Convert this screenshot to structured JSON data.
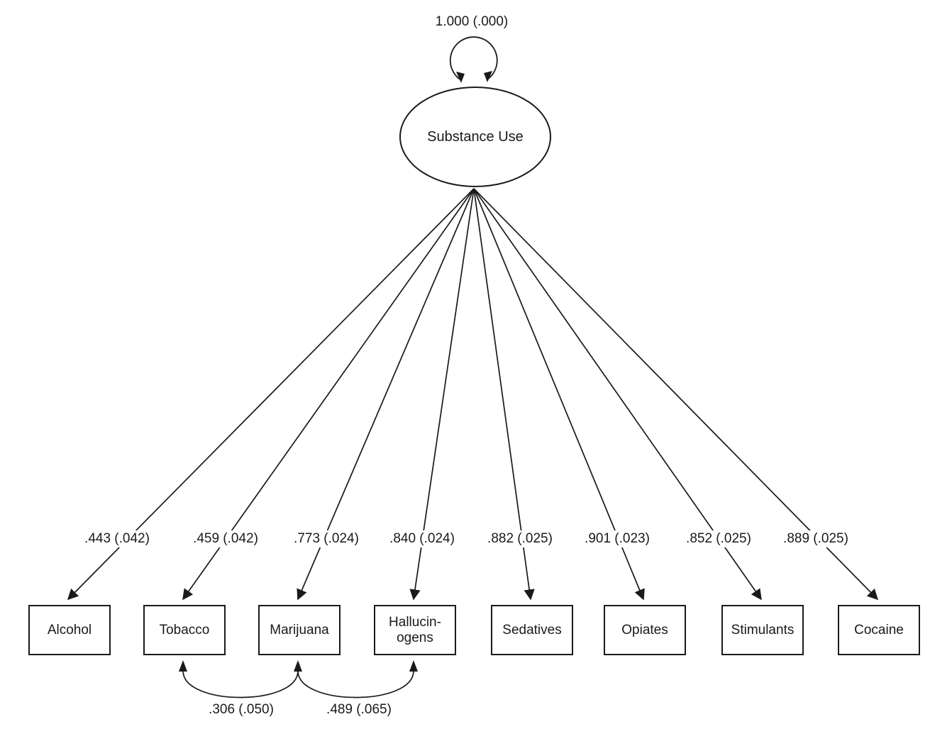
{
  "colors": {
    "line": "#1a1a1a",
    "background": "#ffffff"
  },
  "diagram": {
    "type": "sem-path-diagram",
    "latent": {
      "label": "Substance Use",
      "variance_label": "1.000 (.000)"
    },
    "indicators": [
      {
        "label": "Alcohol",
        "loading": ".443 (.042)"
      },
      {
        "label": "Tobacco",
        "loading": ".459 (.042)"
      },
      {
        "label": "Marijuana",
        "loading": ".773 (.024)"
      },
      {
        "label": "Hallucin-ogens",
        "loading": ".840 (.024)"
      },
      {
        "label": "Sedatives",
        "loading": ".882 (.025)"
      },
      {
        "label": "Opiates",
        "loading": ".901 (.023)"
      },
      {
        "label": "Stimulants",
        "loading": ".852 (.025)"
      },
      {
        "label": "Cocaine",
        "loading": ".889 (.025)"
      }
    ],
    "residual_covariances": [
      {
        "between": [
          "Tobacco",
          "Marijuana"
        ],
        "label": ".306 (.050)"
      },
      {
        "between": [
          "Marijuana",
          "Hallucin-ogens"
        ],
        "label": ".489 (.065)"
      }
    ]
  }
}
